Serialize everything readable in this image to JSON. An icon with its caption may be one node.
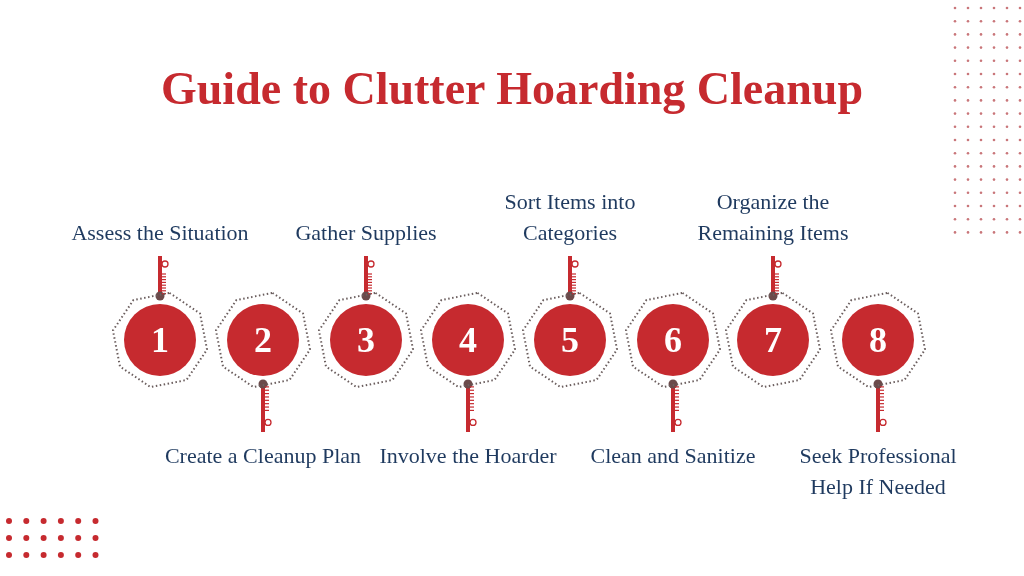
{
  "diagram": {
    "title": "Guide to Clutter Hoarding Cleanup",
    "nodes": [
      {
        "text": [
          "1"
        ]
      },
      {
        "text": [
          "2"
        ]
      },
      {
        "text": [
          "3"
        ]
      },
      {
        "text": [
          "4"
        ]
      },
      {
        "text": [
          "5"
        ]
      },
      {
        "text": [
          "6"
        ]
      },
      {
        "text": [
          "7"
        ]
      },
      {
        "text": [
          "8"
        ]
      },
      {
        "text": [
          "Assess the Situation"
        ]
      },
      {
        "text": [
          "Create a Cleanup Plan"
        ]
      },
      {
        "text": [
          "Gather Supplies"
        ]
      },
      {
        "text": [
          "Involve the Hoarder"
        ]
      },
      {
        "text": [
          "Sort Items into Categories"
        ]
      },
      {
        "text": [
          "Clean and Sanitize"
        ]
      },
      {
        "text": [
          "Organize the Remaining Items"
        ]
      },
      {
        "text": [
          "Seek Professional Help If Needed"
        ]
      }
    ],
    "edges": [
      {
        "from": 8,
        "to": 0,
        "arrow": "other"
      },
      {
        "from": 9,
        "to": 1,
        "arrow": "other"
      },
      {
        "from": 10,
        "to": 2,
        "arrow": "other"
      },
      {
        "from": 11,
        "to": 3,
        "arrow": "other"
      },
      {
        "from": 12,
        "to": 4,
        "arrow": "other"
      },
      {
        "from": 13,
        "to": 5,
        "arrow": "other"
      },
      {
        "from": 14,
        "to": 6,
        "arrow": "other"
      },
      {
        "from": 15,
        "to": 7,
        "arrow": "other"
      }
    ]
  }
}
